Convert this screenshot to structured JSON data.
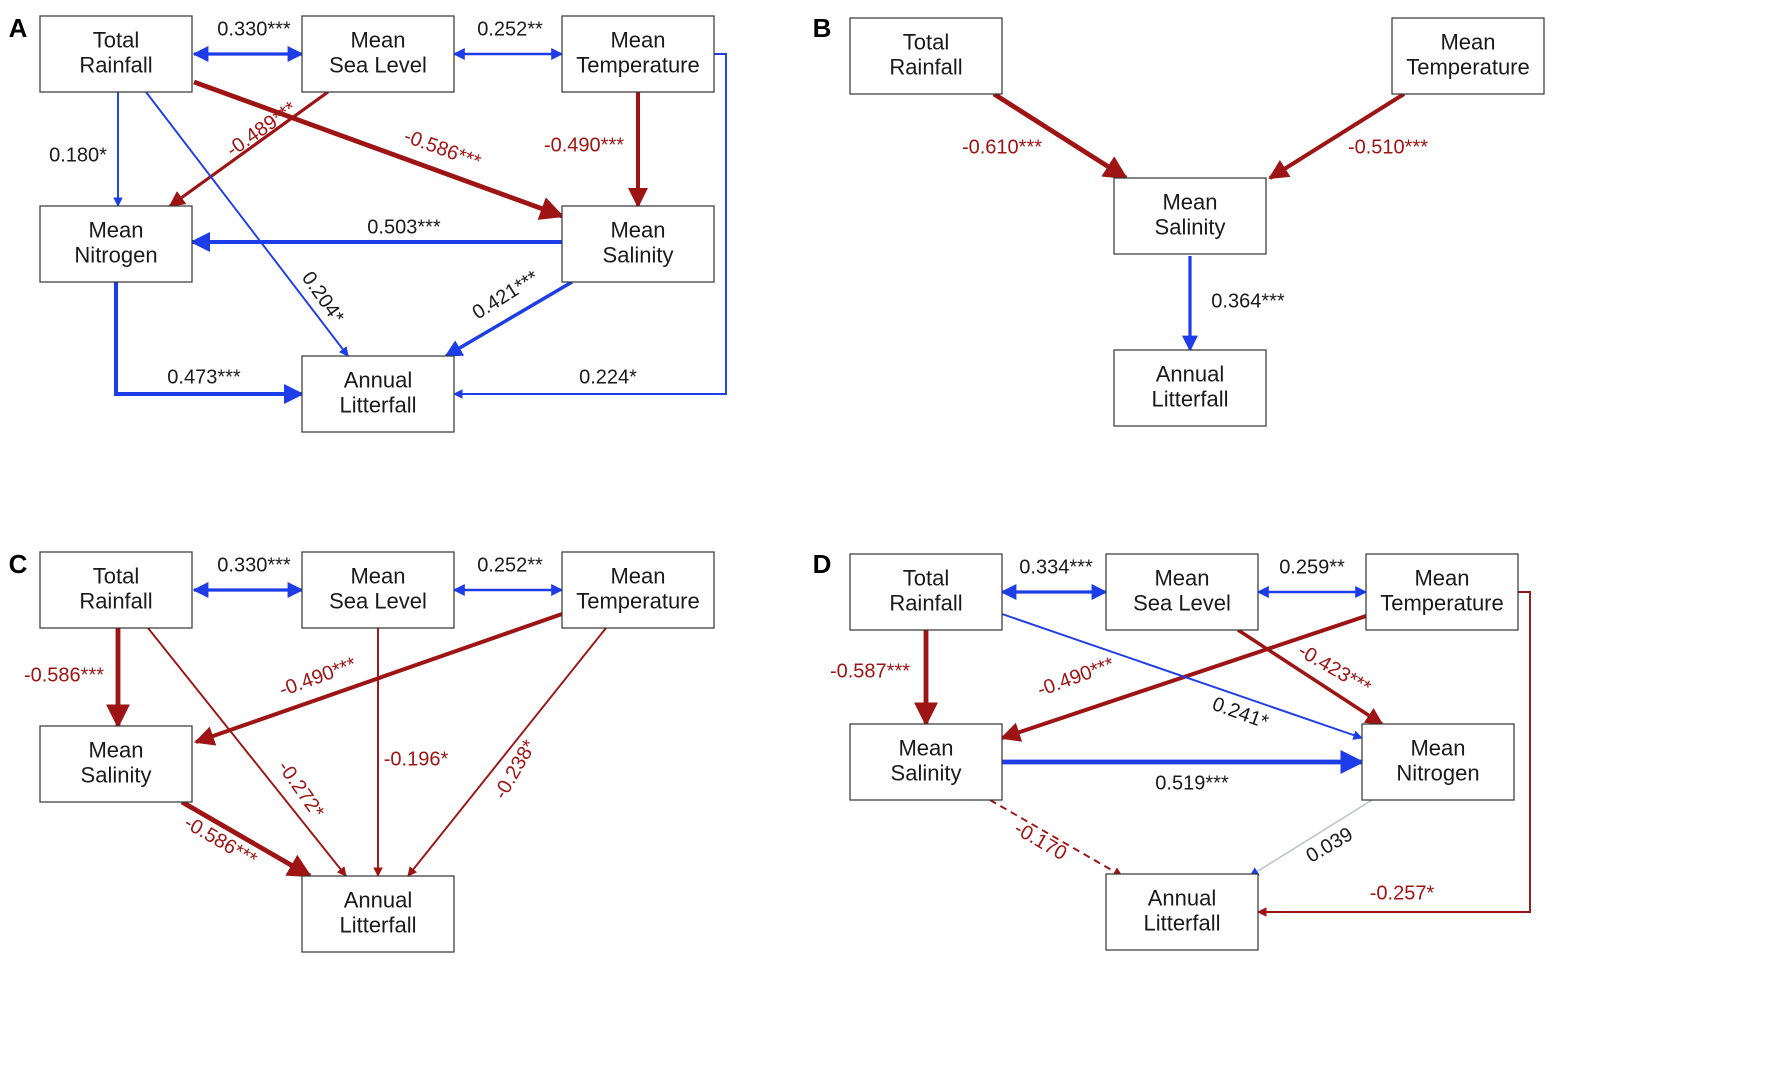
{
  "colors": {
    "positive": "#1d3de8",
    "negative": "#9e1313",
    "neutral": "#bfc3c9",
    "text": "#1a1a1a"
  },
  "panels": [
    {
      "id": "A",
      "label": "A",
      "nodes": [
        {
          "id": "rain",
          "lines": [
            "Total",
            "Rainfall"
          ]
        },
        {
          "id": "sea",
          "lines": [
            "Mean",
            "Sea Level"
          ]
        },
        {
          "id": "temp",
          "lines": [
            "Mean",
            "Temperature"
          ]
        },
        {
          "id": "nitro",
          "lines": [
            "Mean",
            "Nitrogen"
          ]
        },
        {
          "id": "sal",
          "lines": [
            "Mean",
            "Salinity"
          ]
        },
        {
          "id": "litter",
          "lines": [
            "Annual",
            "Litterfall"
          ]
        }
      ],
      "paths": [
        {
          "id": "rain-sea",
          "coef": "0.330***",
          "sign": "positive",
          "weight": 2
        },
        {
          "id": "sea-temp",
          "coef": "0.252**",
          "sign": "positive",
          "weight": 1.5
        },
        {
          "id": "rain-nitro",
          "coef": "0.180*",
          "sign": "positive",
          "weight": 1.2
        },
        {
          "id": "sea-nitro",
          "coef": "-0.489***",
          "sign": "negative",
          "weight": 2
        },
        {
          "id": "rain-sal",
          "coef": "-0.586***",
          "sign": "negative",
          "weight": 3
        },
        {
          "id": "temp-sal",
          "coef": "-0.490***",
          "sign": "negative",
          "weight": 2.5
        },
        {
          "id": "sal-nitro",
          "coef": "0.503***",
          "sign": "positive",
          "weight": 2.5
        },
        {
          "id": "rain-litter",
          "coef": "0.204*",
          "sign": "positive",
          "weight": 1.2
        },
        {
          "id": "sal-litter",
          "coef": "0.421***",
          "sign": "positive",
          "weight": 2.2
        },
        {
          "id": "nitro-litter",
          "coef": "0.473***",
          "sign": "positive",
          "weight": 2.5
        },
        {
          "id": "temp-litter",
          "coef": "0.224*",
          "sign": "positive",
          "weight": 1.2
        }
      ]
    },
    {
      "id": "B",
      "label": "B",
      "nodes": [
        {
          "id": "rain",
          "lines": [
            "Total",
            "Rainfall"
          ]
        },
        {
          "id": "temp",
          "lines": [
            "Mean",
            "Temperature"
          ]
        },
        {
          "id": "sal",
          "lines": [
            "Mean",
            "Salinity"
          ]
        },
        {
          "id": "litter",
          "lines": [
            "Annual",
            "Litterfall"
          ]
        }
      ],
      "paths": [
        {
          "id": "rain-sal",
          "coef": "-0.610***",
          "sign": "negative",
          "weight": 3
        },
        {
          "id": "temp-sal",
          "coef": "-0.510***",
          "sign": "negative",
          "weight": 2.5
        },
        {
          "id": "sal-litter",
          "coef": "0.364***",
          "sign": "positive",
          "weight": 2
        }
      ]
    },
    {
      "id": "C",
      "label": "C",
      "nodes": [
        {
          "id": "rain",
          "lines": [
            "Total",
            "Rainfall"
          ]
        },
        {
          "id": "sea",
          "lines": [
            "Mean",
            "Sea Level"
          ]
        },
        {
          "id": "temp",
          "lines": [
            "Mean",
            "Temperature"
          ]
        },
        {
          "id": "sal",
          "lines": [
            "Mean",
            "Salinity"
          ]
        },
        {
          "id": "litter",
          "lines": [
            "Annual",
            "Litterfall"
          ]
        }
      ],
      "paths": [
        {
          "id": "rain-sea",
          "coef": "0.330***",
          "sign": "positive",
          "weight": 2
        },
        {
          "id": "sea-temp",
          "coef": "0.252**",
          "sign": "positive",
          "weight": 1.5
        },
        {
          "id": "rain-sal",
          "coef": "-0.586***",
          "sign": "negative",
          "weight": 3
        },
        {
          "id": "temp-sal",
          "coef": "-0.490***",
          "sign": "negative",
          "weight": 2.5
        },
        {
          "id": "rain-litter",
          "coef": "-0.272*",
          "sign": "negative",
          "weight": 1.2
        },
        {
          "id": "sea-litter",
          "coef": "-0.196*",
          "sign": "negative",
          "weight": 1.2
        },
        {
          "id": "temp-litter",
          "coef": "-0.238*",
          "sign": "negative",
          "weight": 1.2
        },
        {
          "id": "sal-litter",
          "coef": "-0.586***",
          "sign": "negative",
          "weight": 3
        }
      ]
    },
    {
      "id": "D",
      "label": "D",
      "nodes": [
        {
          "id": "rain",
          "lines": [
            "Total",
            "Rainfall"
          ]
        },
        {
          "id": "sea",
          "lines": [
            "Mean",
            "Sea Level"
          ]
        },
        {
          "id": "temp",
          "lines": [
            "Mean",
            "Temperature"
          ]
        },
        {
          "id": "sal",
          "lines": [
            "Mean",
            "Salinity"
          ]
        },
        {
          "id": "nitro",
          "lines": [
            "Mean",
            "Nitrogen"
          ]
        },
        {
          "id": "litter",
          "lines": [
            "Annual",
            "Litterfall"
          ]
        }
      ],
      "paths": [
        {
          "id": "rain-sea",
          "coef": "0.334***",
          "sign": "positive",
          "weight": 2
        },
        {
          "id": "sea-temp",
          "coef": "0.259**",
          "sign": "positive",
          "weight": 1.5
        },
        {
          "id": "rain-sal",
          "coef": "-0.587***",
          "sign": "negative",
          "weight": 3
        },
        {
          "id": "temp-sal",
          "coef": "-0.490***",
          "sign": "negative",
          "weight": 2.5
        },
        {
          "id": "sea-nitro",
          "coef": "-0.423***",
          "sign": "negative",
          "weight": 2.2
        },
        {
          "id": "rain-nitro",
          "coef": "0.241*",
          "sign": "positive",
          "weight": 1.2
        },
        {
          "id": "sal-nitro",
          "coef": "0.519***",
          "sign": "positive",
          "weight": 3
        },
        {
          "id": "sal-litter",
          "coef": "-0.170",
          "sign": "negative",
          "weight": 1.2,
          "dashed": true
        },
        {
          "id": "nitro-litter",
          "coef": "0.039",
          "sign": "neutral",
          "weight": 1
        },
        {
          "id": "temp-litter",
          "coef": "-0.257*",
          "sign": "negative",
          "weight": 1.2
        }
      ]
    }
  ]
}
